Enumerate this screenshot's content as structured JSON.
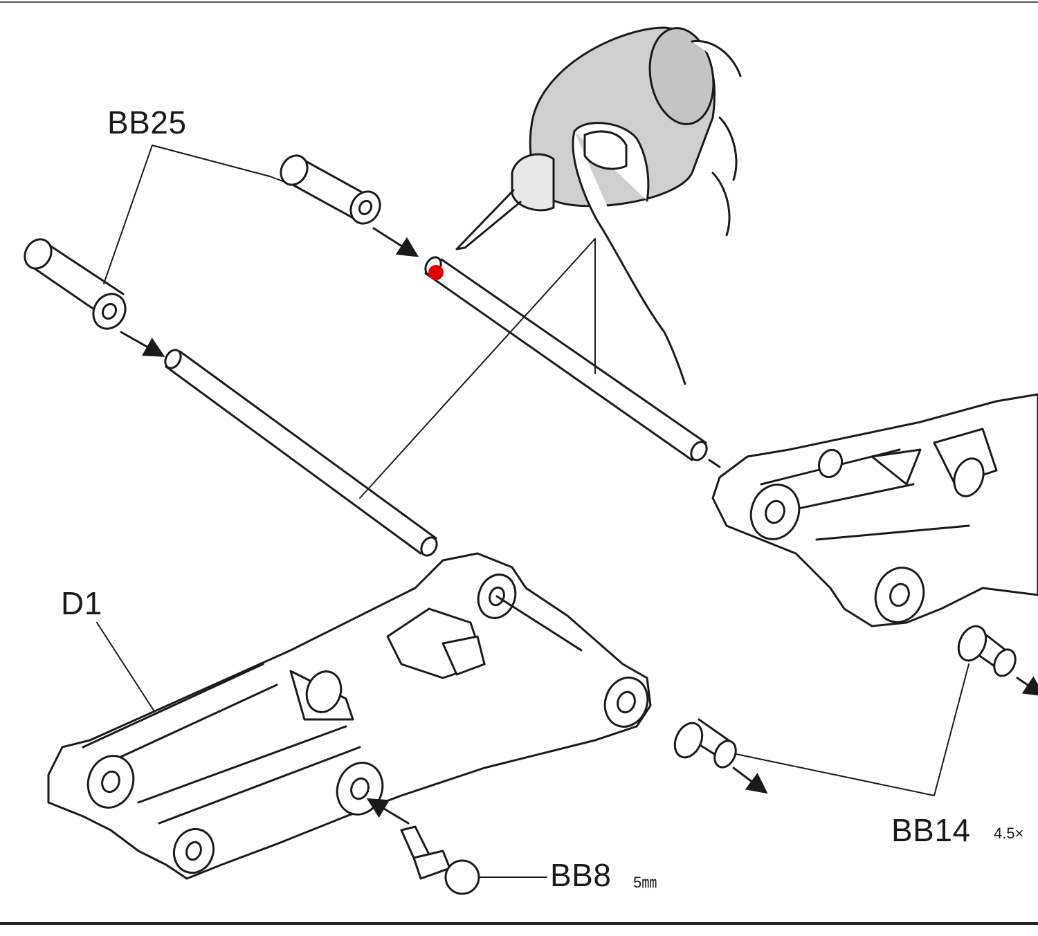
{
  "diagram": {
    "labels": {
      "bb25": "BB25",
      "d1": "D1",
      "bb8": "BB8",
      "bb8_size": "5㎜",
      "bb14": "BB14",
      "bb14_size": "4.5×"
    },
    "marker_color": "#e00000",
    "line_color": "#1a1a1a",
    "bottle_color": "#cfcfcf"
  }
}
